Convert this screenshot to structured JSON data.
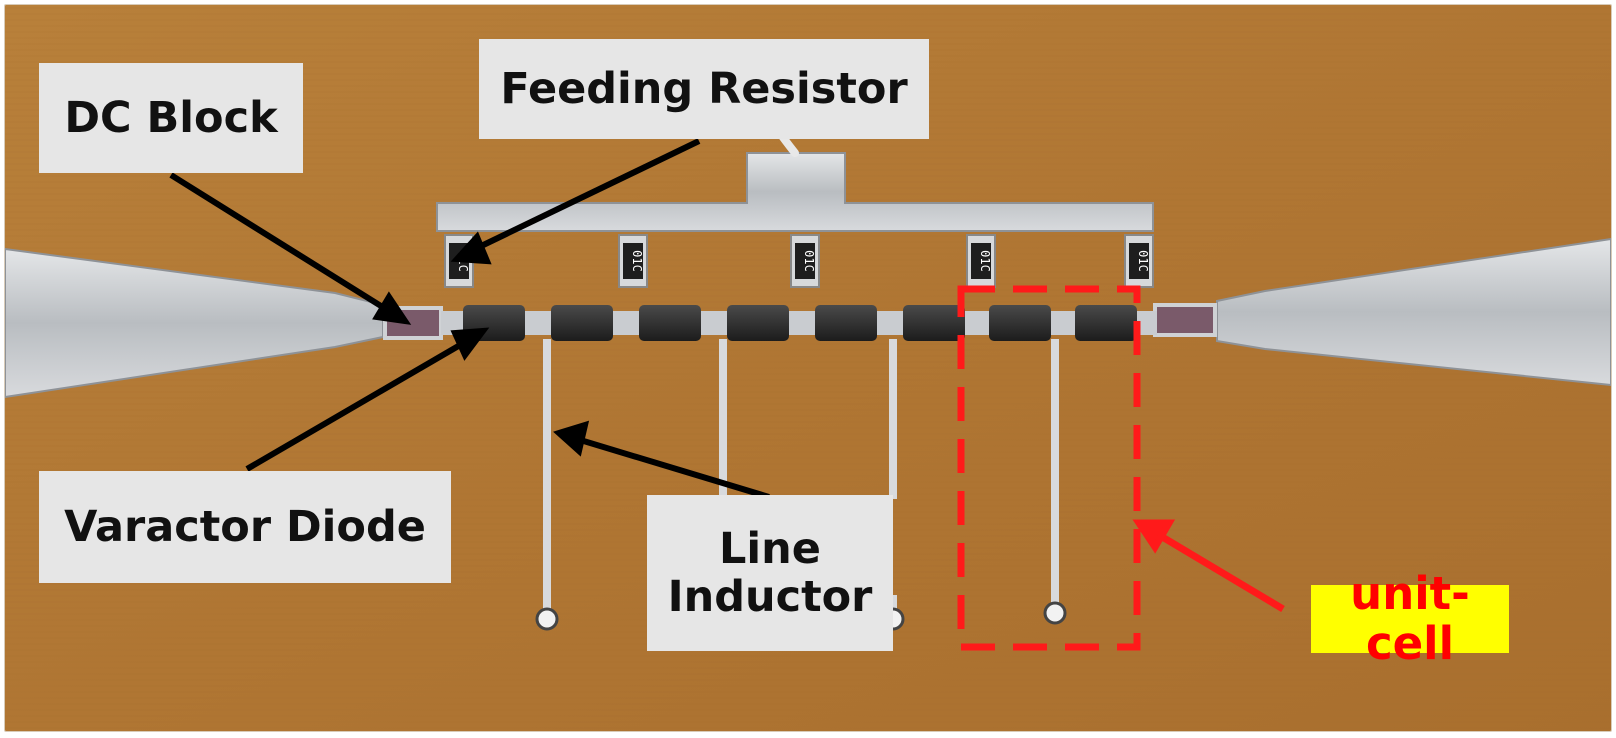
{
  "labels": {
    "dc_block": "DC Block",
    "feeding_resistor": "Feeding Resistor",
    "varactor_diode": "Varactor Diode",
    "line_inductor_line1": "Line",
    "line_inductor_line2": "Inductor",
    "unit_cell": "unit-cell"
  },
  "resistor_marking": "01C",
  "colors": {
    "board": "#b37a36",
    "label_box": "#e6e6e6",
    "label_text": "#111111",
    "unit_cell_outline": "#ff1a1a",
    "unit_cell_text": "#ff0000",
    "unit_cell_highlight": "#ffff00",
    "arrow_black": "#000000",
    "arrow_red": "#ff1a1a",
    "metal": "#c9ccd0"
  },
  "counts": {
    "resistors": 5,
    "varactors": 8,
    "inductors": 4
  }
}
